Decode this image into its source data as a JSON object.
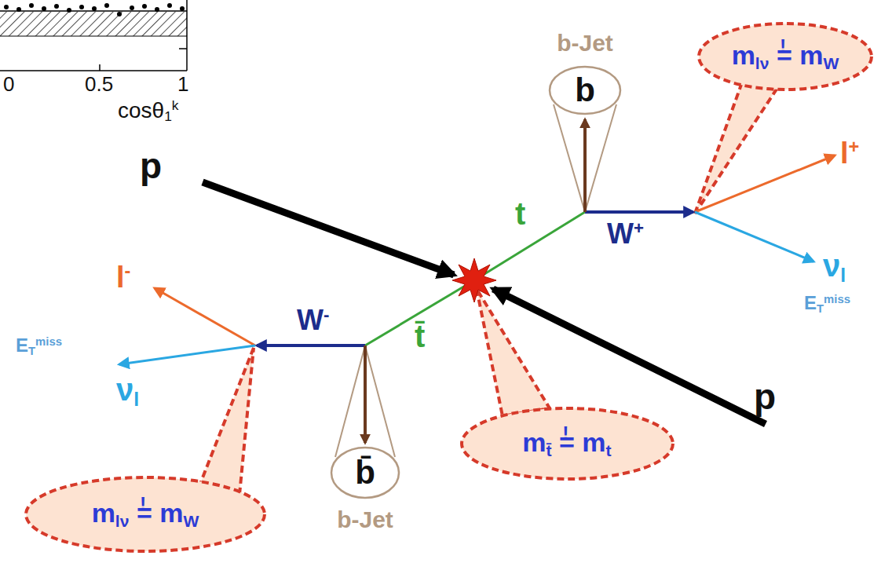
{
  "diagram": {
    "nodes": [
      {
        "text": [
          "b-Jet",
          "b"
        ]
      },
      {
        "text": [
          "mlν != mW"
        ]
      },
      {
        "text": [
          "mt̄ != mt"
        ]
      },
      {
        "text": [
          "b̄",
          "b-Jet"
        ]
      },
      {
        "text": [
          "mlν != mW"
        ]
      }
    ],
    "labels": [
      "0",
      "0.5",
      "1",
      "cosθ1k",
      "p",
      "t",
      "W+",
      "l+",
      "νl",
      "ETmiss",
      "l-",
      "W-",
      "t̄",
      "ETmiss",
      "νl",
      "p"
    ]
  }
}
